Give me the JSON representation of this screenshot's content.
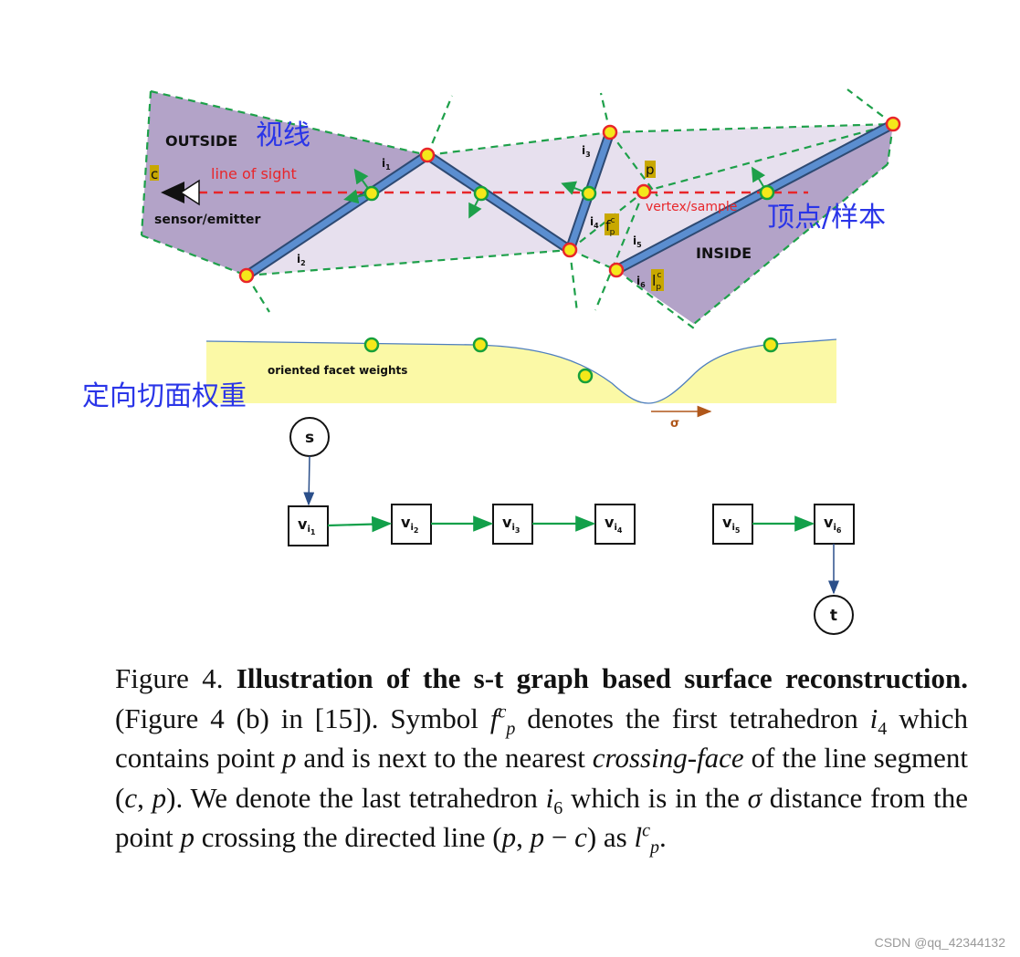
{
  "figure": {
    "labels": {
      "outside": "OUTSIDE",
      "inside": "INSIDE",
      "c": "c",
      "line_of_sight": "line of sight",
      "sensor": "sensor/emitter",
      "p": "p",
      "vertex_sample": "vertex/sample",
      "weights": "oriented facet weights",
      "sigma": "σ",
      "cn_line_of_sight": "视线",
      "cn_vertex": "顶点/样本",
      "cn_weights": "定向切面权重",
      "f": "f",
      "l": "l",
      "sup_c": "c",
      "sub_p": "p"
    },
    "tetra_labels": [
      {
        "main": "i",
        "sub": "1"
      },
      {
        "main": "i",
        "sub": "2"
      },
      {
        "main": "i",
        "sub": "3"
      },
      {
        "main": "i",
        "sub": "4"
      },
      {
        "main": "i",
        "sub": "5"
      },
      {
        "main": "i",
        "sub": "6"
      }
    ],
    "graph": {
      "source": "s",
      "sink": "t",
      "nodes": [
        {
          "main": "v",
          "sub": "i",
          "subsub": "1"
        },
        {
          "main": "v",
          "sub": "i",
          "subsub": "2"
        },
        {
          "main": "v",
          "sub": "i",
          "subsub": "3"
        },
        {
          "main": "v",
          "sub": "i",
          "subsub": "4"
        },
        {
          "main": "v",
          "sub": "i",
          "subsub": "5"
        },
        {
          "main": "v",
          "sub": "i",
          "subsub": "6"
        }
      ]
    },
    "colors": {
      "outside_fill": "#b3a3c8",
      "inside_fill": "#e7e0ee",
      "dashed_green": "#1ea04a",
      "surface_blue": "#4f7fbe",
      "sight_red": "#e8262a",
      "vertex_red": "#e8262a",
      "vertex_yellow": "#f4e81a",
      "crossing_green": "#6fd23d",
      "weights_yellow": "#fbf9a6",
      "cjk_blue": "#2a35e8",
      "sigma_brown": "#b0571a",
      "edge_green": "#12a04a",
      "edge_blue": "#2b4f8a"
    }
  },
  "caption": {
    "prefix": "Figure 4. ",
    "title": "Illustration of the s-t graph based surface reconstruction.",
    "p1": " (Figure 4 (b) in [15]). Symbol ",
    "f_p_c": "f",
    "p2": " denotes the first tetrahedron ",
    "i4": "i",
    "i4_sub": "4",
    "p3": " which contains point ",
    "p_var": "p",
    "p4": " and is next to the nearest ",
    "crossing_face": "crossing-face",
    "p5": " of the line segment (",
    "c_var": "c",
    "p6": ", ",
    "p_var2": "p",
    "p7": "). We denote the last tetrahedron ",
    "i6": "i",
    "i6_sub": "6",
    "p8": " which is in the ",
    "sigma": "σ",
    "p9": " distance from the point ",
    "p_var3": "p",
    "p10": " crossing the directed line (",
    "p_var4": "p",
    "p11": ", ",
    "p_var5": "p",
    "p12": " − ",
    "c_var2": "c",
    "p13": ") as ",
    "l_p_c": "l",
    "p14": ".",
    "sup_c": "c",
    "sub_p": "p"
  },
  "watermark": "CSDN @qq_42344132"
}
